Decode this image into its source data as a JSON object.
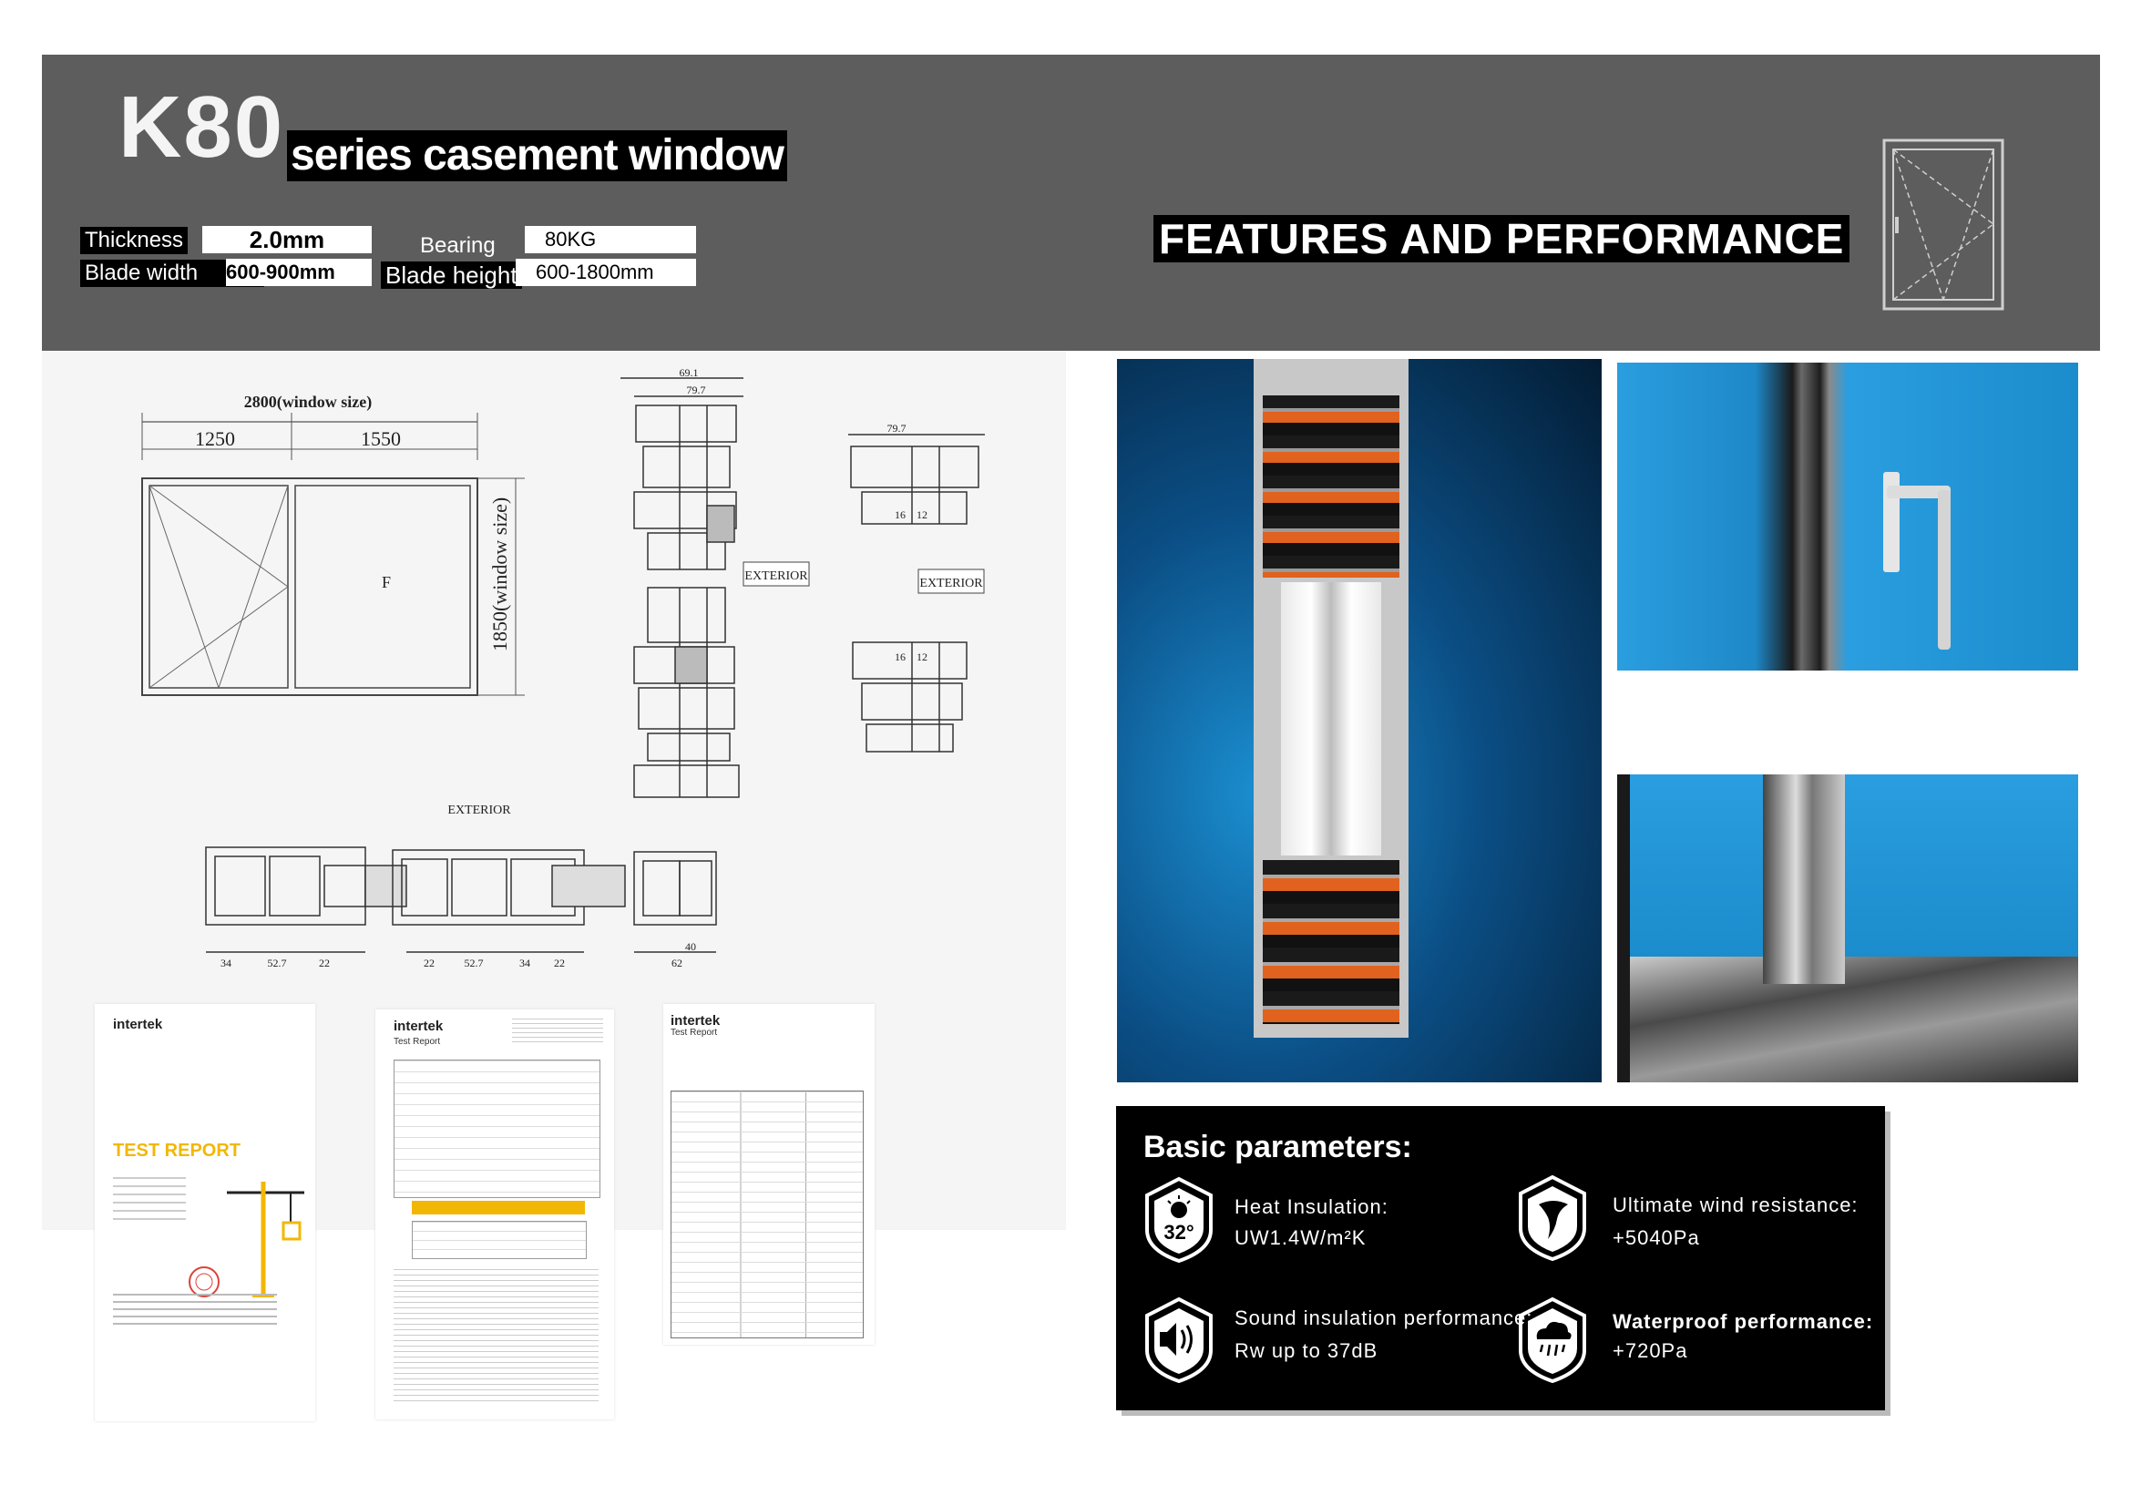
{
  "header": {
    "model": "K80",
    "series_title": "series casement window",
    "features_title": "FEATURES AND PERFORMANCE",
    "specs": {
      "thickness_label": "Thickness",
      "thickness_value": "2.0mm",
      "blade_width_label": "Blade width",
      "blade_width_value": "600-900mm",
      "bearing_label": "Bearing",
      "bearing_value": "80KG",
      "blade_height_label": "Blade height",
      "blade_height_value": "600-1800mm"
    }
  },
  "drawing": {
    "title": "2800(window size)",
    "width_left": "1250",
    "width_right": "1550",
    "height_label": "1850(window size)",
    "fixed_label": "F",
    "exterior_labels": [
      "EXTERIOR",
      "EXTERIOR",
      "EXTERIOR"
    ],
    "profile_dims": [
      "69.1",
      "79.7",
      "79.7",
      "34",
      "52.7",
      "22",
      "22",
      "52.7",
      "34",
      "22",
      "40",
      "62",
      "16",
      "12",
      "16",
      "12"
    ]
  },
  "reports": [
    {
      "logo": "intertek",
      "title": "TEST REPORT"
    },
    {
      "logo": "intertek",
      "subtitle": "Test Report"
    },
    {
      "logo": "intertek",
      "subtitle": "Test Report"
    }
  ],
  "parameters": {
    "title": "Basic parameters:",
    "items": [
      {
        "icon": "thermometer-32-icon",
        "icon_text": "32°",
        "label": "Heat  Insulation:",
        "value": "UW1.4W/m²K"
      },
      {
        "icon": "wind-icon",
        "label": "Ultimate wind resistance:",
        "value": "+5040Pa"
      },
      {
        "icon": "speaker-icon",
        "label": "Sound insulation performance:",
        "value": "Rw up to 37dB"
      },
      {
        "icon": "rain-cloud-icon",
        "label": "Waterproof performance:",
        "value": "+720Pa"
      }
    ]
  },
  "colors": {
    "header_bg": "#5d5d5d",
    "accent_orange": "#e0621e",
    "photo_blue": "#1a8fd0",
    "report_yellow": "#f2b705"
  }
}
